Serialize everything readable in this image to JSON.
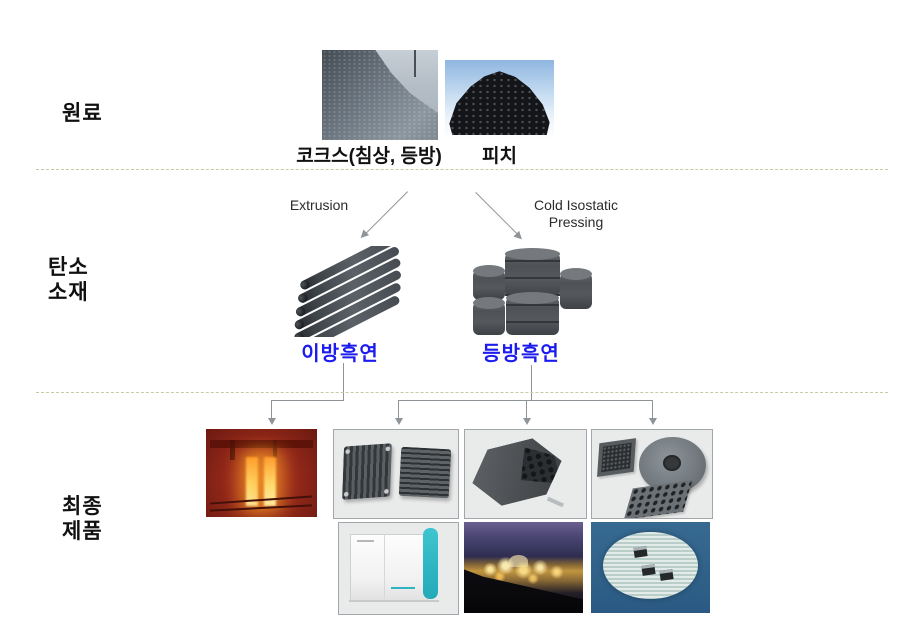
{
  "sections": {
    "raw": {
      "label": "원료"
    },
    "carbon": {
      "label_line1": "탄소",
      "label_line2": "소재"
    },
    "final": {
      "label_line1": "최종",
      "label_line2": "제품"
    }
  },
  "raw_materials": {
    "coke": {
      "caption": "코크스(침상, 등방)",
      "photo": "coke-pile"
    },
    "pitch": {
      "caption": "피치",
      "photo": "pitch-pellets"
    }
  },
  "processes": {
    "extrusion": {
      "label": "Extrusion"
    },
    "cip": {
      "label_line1": "Cold Isostatic",
      "label_line2": "Pressing"
    }
  },
  "carbon_materials": {
    "anisotropic": {
      "caption": "이방흑연",
      "photo": "extruded-graphite-rods"
    },
    "isotropic": {
      "caption": "등방흑연",
      "photo": "isotropic-graphite-blocks"
    }
  },
  "final_products": {
    "row1": [
      {
        "photo": "steelmaking-furnace"
      },
      {
        "photo": "fuel-cell-bipolar-plates"
      },
      {
        "photo": "hexagonal-graphite-block"
      },
      {
        "photo": "graphite-disc-components"
      }
    ],
    "row2": [
      {
        "photo": "fuel-cell-system-cabinet"
      },
      {
        "photo": "power-plant-night-view"
      },
      {
        "photo": "semiconductor-wafer"
      }
    ]
  },
  "colors": {
    "caption_blue": "#1c1cee",
    "divider_dash": "#c9c9a4",
    "connector_gray": "#8f9499",
    "teal_accent": "#2fb4c2",
    "text": "#111111"
  }
}
